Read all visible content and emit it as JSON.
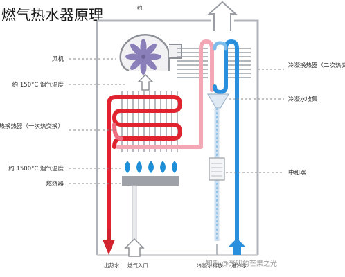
{
  "title": "燃气热水器原理",
  "labels": {
    "fan": "风机",
    "flue_temp_top": "约 150°C 烟气温度",
    "primary_hx": "显热换热器（一次热交换）",
    "flue_temp_bottom": "约 1500°C 烟气温度",
    "burner": "燃烧器",
    "condensing_hx": "冷凝换热器（二次热交换）",
    "condensate_collect": "冷凝水收集",
    "neutralizer": "中和器",
    "outlet_bottom_left": "出热水",
    "gas_inlet": "燃气入口",
    "condensate_drain": "冷凝水排放",
    "cold_water_in": "进冷水",
    "top_text": "约"
  },
  "watermark": "知乎 @光明的芒果之光",
  "colors": {
    "hot": "#e0232f",
    "hot_light": "#f4a6b4",
    "cold": "#2a8fdc",
    "cold_light": "#7fbbe8",
    "flame": "#1e8fd6",
    "fan": "#8a7fb8",
    "frame": "#b0b4ba",
    "dash": "#8a8a8a"
  }
}
